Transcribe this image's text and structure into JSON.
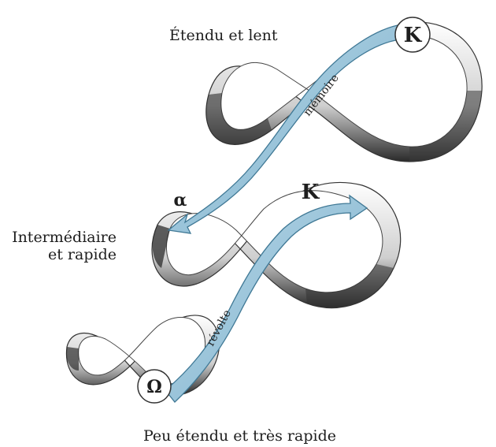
{
  "labels": {
    "slow": "Étendu et lent",
    "middle_line1": "Intermédiaire",
    "middle_line2": "et rapide",
    "fast": "Peu étendu et très rapide"
  },
  "symbols": {
    "k_top": "K",
    "k_middle": "K",
    "alpha": "α",
    "omega": "Ω"
  },
  "arrows": {
    "memory": "mémoire",
    "revolt": "révolte"
  },
  "colors": {
    "ribbon_light": "#ffffff",
    "ribbon_shade": "#2b2b2b",
    "arrow_fill": "#9fc7dd",
    "arrow_stroke": "#3f7895",
    "ink": "#1e1e1e"
  }
}
